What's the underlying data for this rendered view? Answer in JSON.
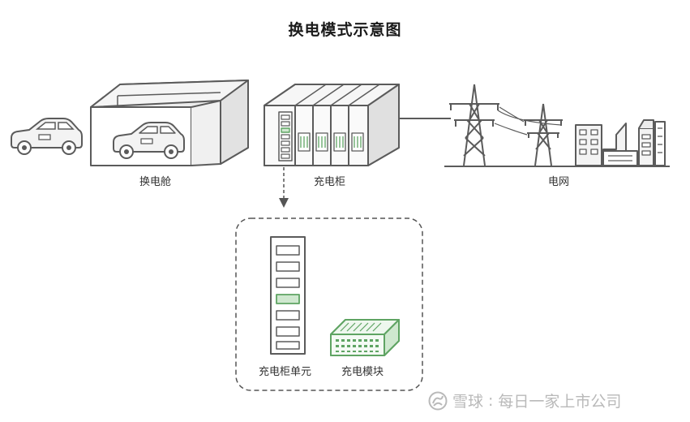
{
  "title": "换电模式示意图",
  "labels": {
    "swap_cabin": "换电舱",
    "charging_cabinet": "充电柜",
    "grid": "电网",
    "cabinet_unit": "充电柜单元",
    "charging_module": "充电模块"
  },
  "watermark": {
    "brand": "雪球",
    "account": "每日一家上市公司"
  },
  "colors": {
    "stroke": "#5b5b5b",
    "fill_light": "#f3f3f3",
    "fill_mid": "#e7e7e7",
    "accent_green": "#5fa463",
    "accent_green_fill": "#cfe8cf",
    "dashed_box": "#555555"
  }
}
